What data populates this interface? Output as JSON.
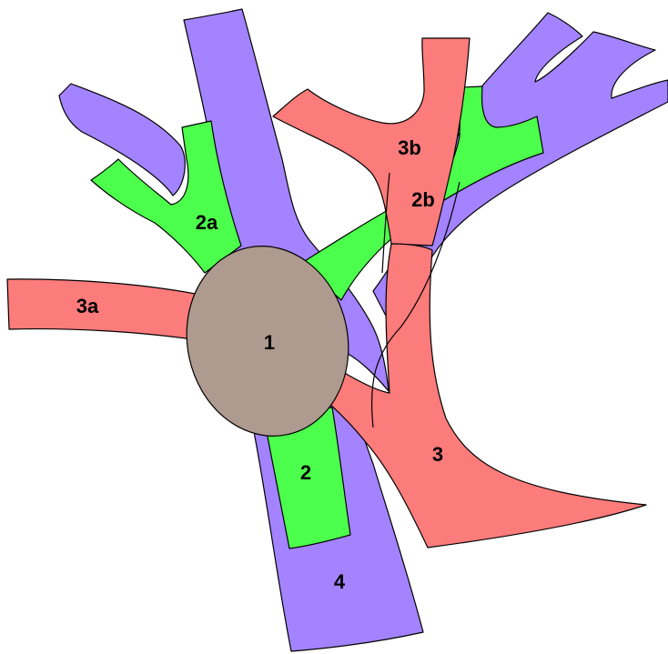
{
  "colors": {
    "purple": "#a383ff",
    "green": "#4dff4d",
    "red": "#fc7b7b",
    "gray": "#ae9a8f",
    "outline": "#000000"
  },
  "labels": {
    "seg_1": "1",
    "seg_2": "2",
    "seg_2a": "2a",
    "seg_2b": "2b",
    "seg_3": "3",
    "seg_3a": "3a",
    "seg_3b": "3b",
    "seg_4": "4"
  }
}
